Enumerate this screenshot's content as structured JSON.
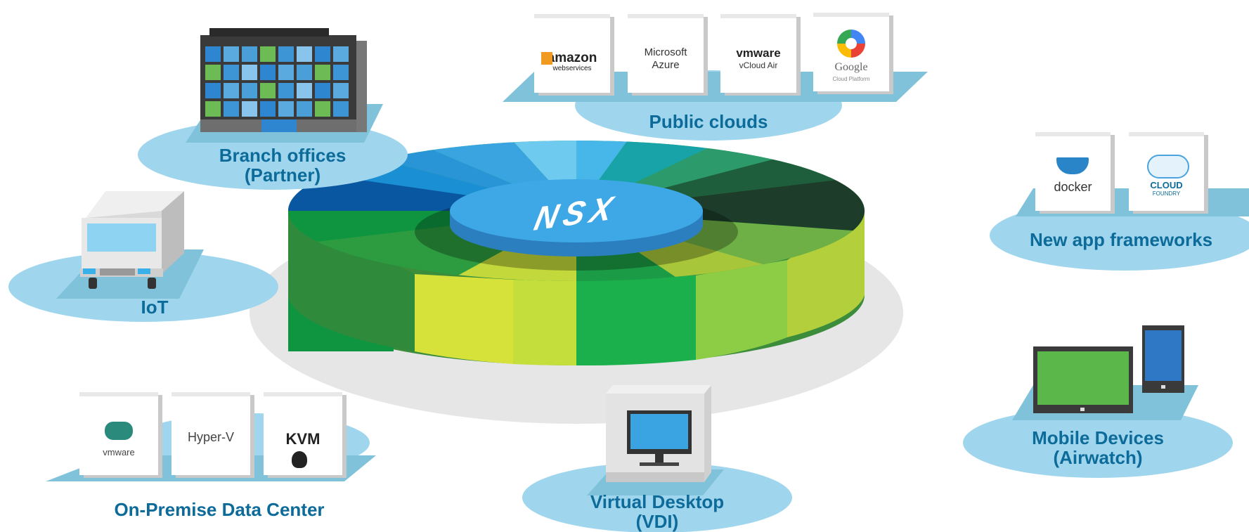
{
  "center": {
    "logo": "NSX"
  },
  "groups": {
    "branch": {
      "line1": "Branch offices",
      "line2": "(Partner)"
    },
    "iot": {
      "label": "IoT"
    },
    "public_clouds": {
      "label": "Public clouds",
      "providers": {
        "amazon": {
          "name": "amazon",
          "sub": "webservices"
        },
        "azure": {
          "line1": "Microsoft",
          "line2": "Azure"
        },
        "vmware": {
          "name": "vmware",
          "sub": "vCloud Air"
        },
        "google": {
          "name": "Google",
          "sub": "Cloud Platform"
        }
      }
    },
    "new_apps": {
      "label": "New app frameworks",
      "items": {
        "docker": "docker",
        "cloudfoundry": {
          "line1": "CLOUD",
          "line2": "FOUNDRY"
        }
      }
    },
    "mobile": {
      "line1": "Mobile Devices",
      "line2": "(Airwatch)"
    },
    "vdi": {
      "line1": "Virtual Desktop",
      "line2": "(VDI)"
    },
    "onprem": {
      "label": "On-Premise Data Center",
      "items": {
        "vmware": "vmware",
        "hyperv": "Hyper-V",
        "kvm": "KVM"
      }
    }
  },
  "colors": {
    "label_text": "#0d6b9a",
    "ellipse_fill": "#9fd6ee",
    "platform_fill": "#7fc2d9",
    "disc_shadow": "#e6e6e6",
    "nsx_blue": "#2e86c8",
    "nsx_green": "#1faa4b",
    "nsx_lime": "#c5dc3a"
  }
}
